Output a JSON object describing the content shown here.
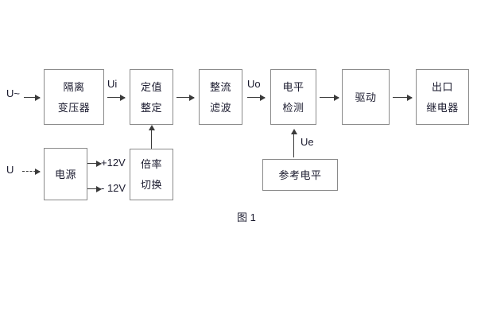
{
  "figure": {
    "caption": "图 1",
    "background_color": "#ffffff",
    "box_border_color": "#8a8a8a",
    "line_color": "#3a3a3a",
    "text_color": "#1a1a2e"
  },
  "inputs": [
    {
      "id": "ac-input",
      "label": "U~",
      "line_style": "solid"
    },
    {
      "id": "dc-input",
      "label": "U",
      "line_style": "dashed"
    }
  ],
  "blocks": [
    {
      "id": "isolation-transformer",
      "lines": [
        "隔离",
        "变压器"
      ]
    },
    {
      "id": "setpoint-adjust",
      "lines": [
        "定值",
        "整定"
      ]
    },
    {
      "id": "rectify-filter",
      "lines": [
        "整流",
        "滤波"
      ]
    },
    {
      "id": "level-detect",
      "lines": [
        "电平",
        "检测"
      ]
    },
    {
      "id": "drive",
      "lines": [
        "驱动"
      ]
    },
    {
      "id": "output-relay",
      "lines": [
        "出口",
        "继电器"
      ]
    },
    {
      "id": "power-supply",
      "lines": [
        "电源"
      ]
    },
    {
      "id": "multiplier-switch",
      "lines": [
        "倍率",
        "切换"
      ]
    },
    {
      "id": "reference-level",
      "lines": [
        "参考电平"
      ]
    }
  ],
  "signals": [
    {
      "id": "ui",
      "label": "Ui"
    },
    {
      "id": "uo",
      "label": "Uo"
    },
    {
      "id": "ue",
      "label": "Ue"
    }
  ],
  "rails": [
    {
      "id": "rail-pos",
      "label": "+12V"
    },
    {
      "id": "rail-neg",
      "label": "- 12V"
    }
  ]
}
